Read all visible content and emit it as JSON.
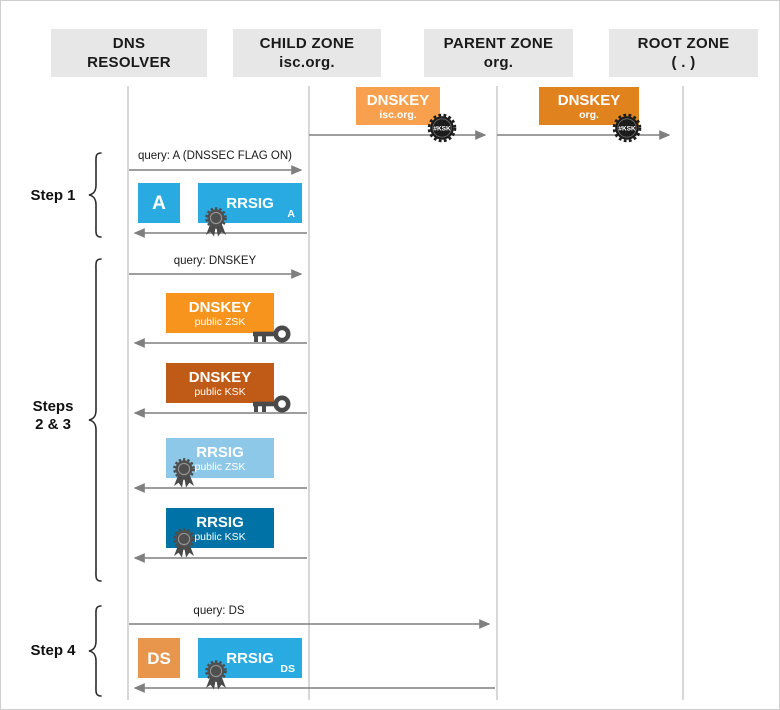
{
  "columns": [
    {
      "line1": "DNS",
      "line2": "RESOLVER"
    },
    {
      "line1": "CHILD ZONE",
      "line2": "isc.org."
    },
    {
      "line1": "PARENT ZONE",
      "line2": "org."
    },
    {
      "line1": "ROOT ZONE",
      "line2": "( . )"
    }
  ],
  "chain_records": [
    {
      "title": "DNSKEY",
      "zone": "isc.org.",
      "badge": "#KSK"
    },
    {
      "title": "DNSKEY",
      "zone": "org.",
      "badge": "#KSK"
    }
  ],
  "step_labels": {
    "step1": "Step 1",
    "steps23_line1": "Steps",
    "steps23_line2": "2 & 3",
    "step4": "Step 4"
  },
  "queries": {
    "a": "query: A (DNSSEC FLAG ON)",
    "dnskey": "query: DNSKEY",
    "ds": "query: DS"
  },
  "records": {
    "a": {
      "title": "A"
    },
    "rrsig_a": {
      "title": "RRSIG",
      "subtitle": "A"
    },
    "dnskey_zsk": {
      "title": "DNSKEY",
      "subtitle": "public ZSK"
    },
    "dnskey_ksk": {
      "title": "DNSKEY",
      "subtitle": "public KSK"
    },
    "rrsig_zsk": {
      "title": "RRSIG",
      "subtitle": "public ZSK"
    },
    "rrsig_ksk": {
      "title": "RRSIG",
      "subtitle": "public KSK"
    },
    "ds": {
      "title": "DS"
    },
    "rrsig_ds": {
      "title": "RRSIG",
      "subtitle": "DS"
    }
  },
  "colors": {
    "record_blue": "#29ABE2",
    "record_blue_pale": "#8DC8E8",
    "record_blue_dark": "#0072A5",
    "record_orange_light": "#F8A04E",
    "record_orange": "#F7941E",
    "record_orange_dark": "#E0821E",
    "record_rust": "#BF5B17",
    "record_ds_orange": "#E8964B",
    "header_bg": "#E7E7E7",
    "arrow_gray": "#7F7F7F",
    "seal_gray": "#4A4A4A",
    "badge_black": "#1C1C1C"
  }
}
